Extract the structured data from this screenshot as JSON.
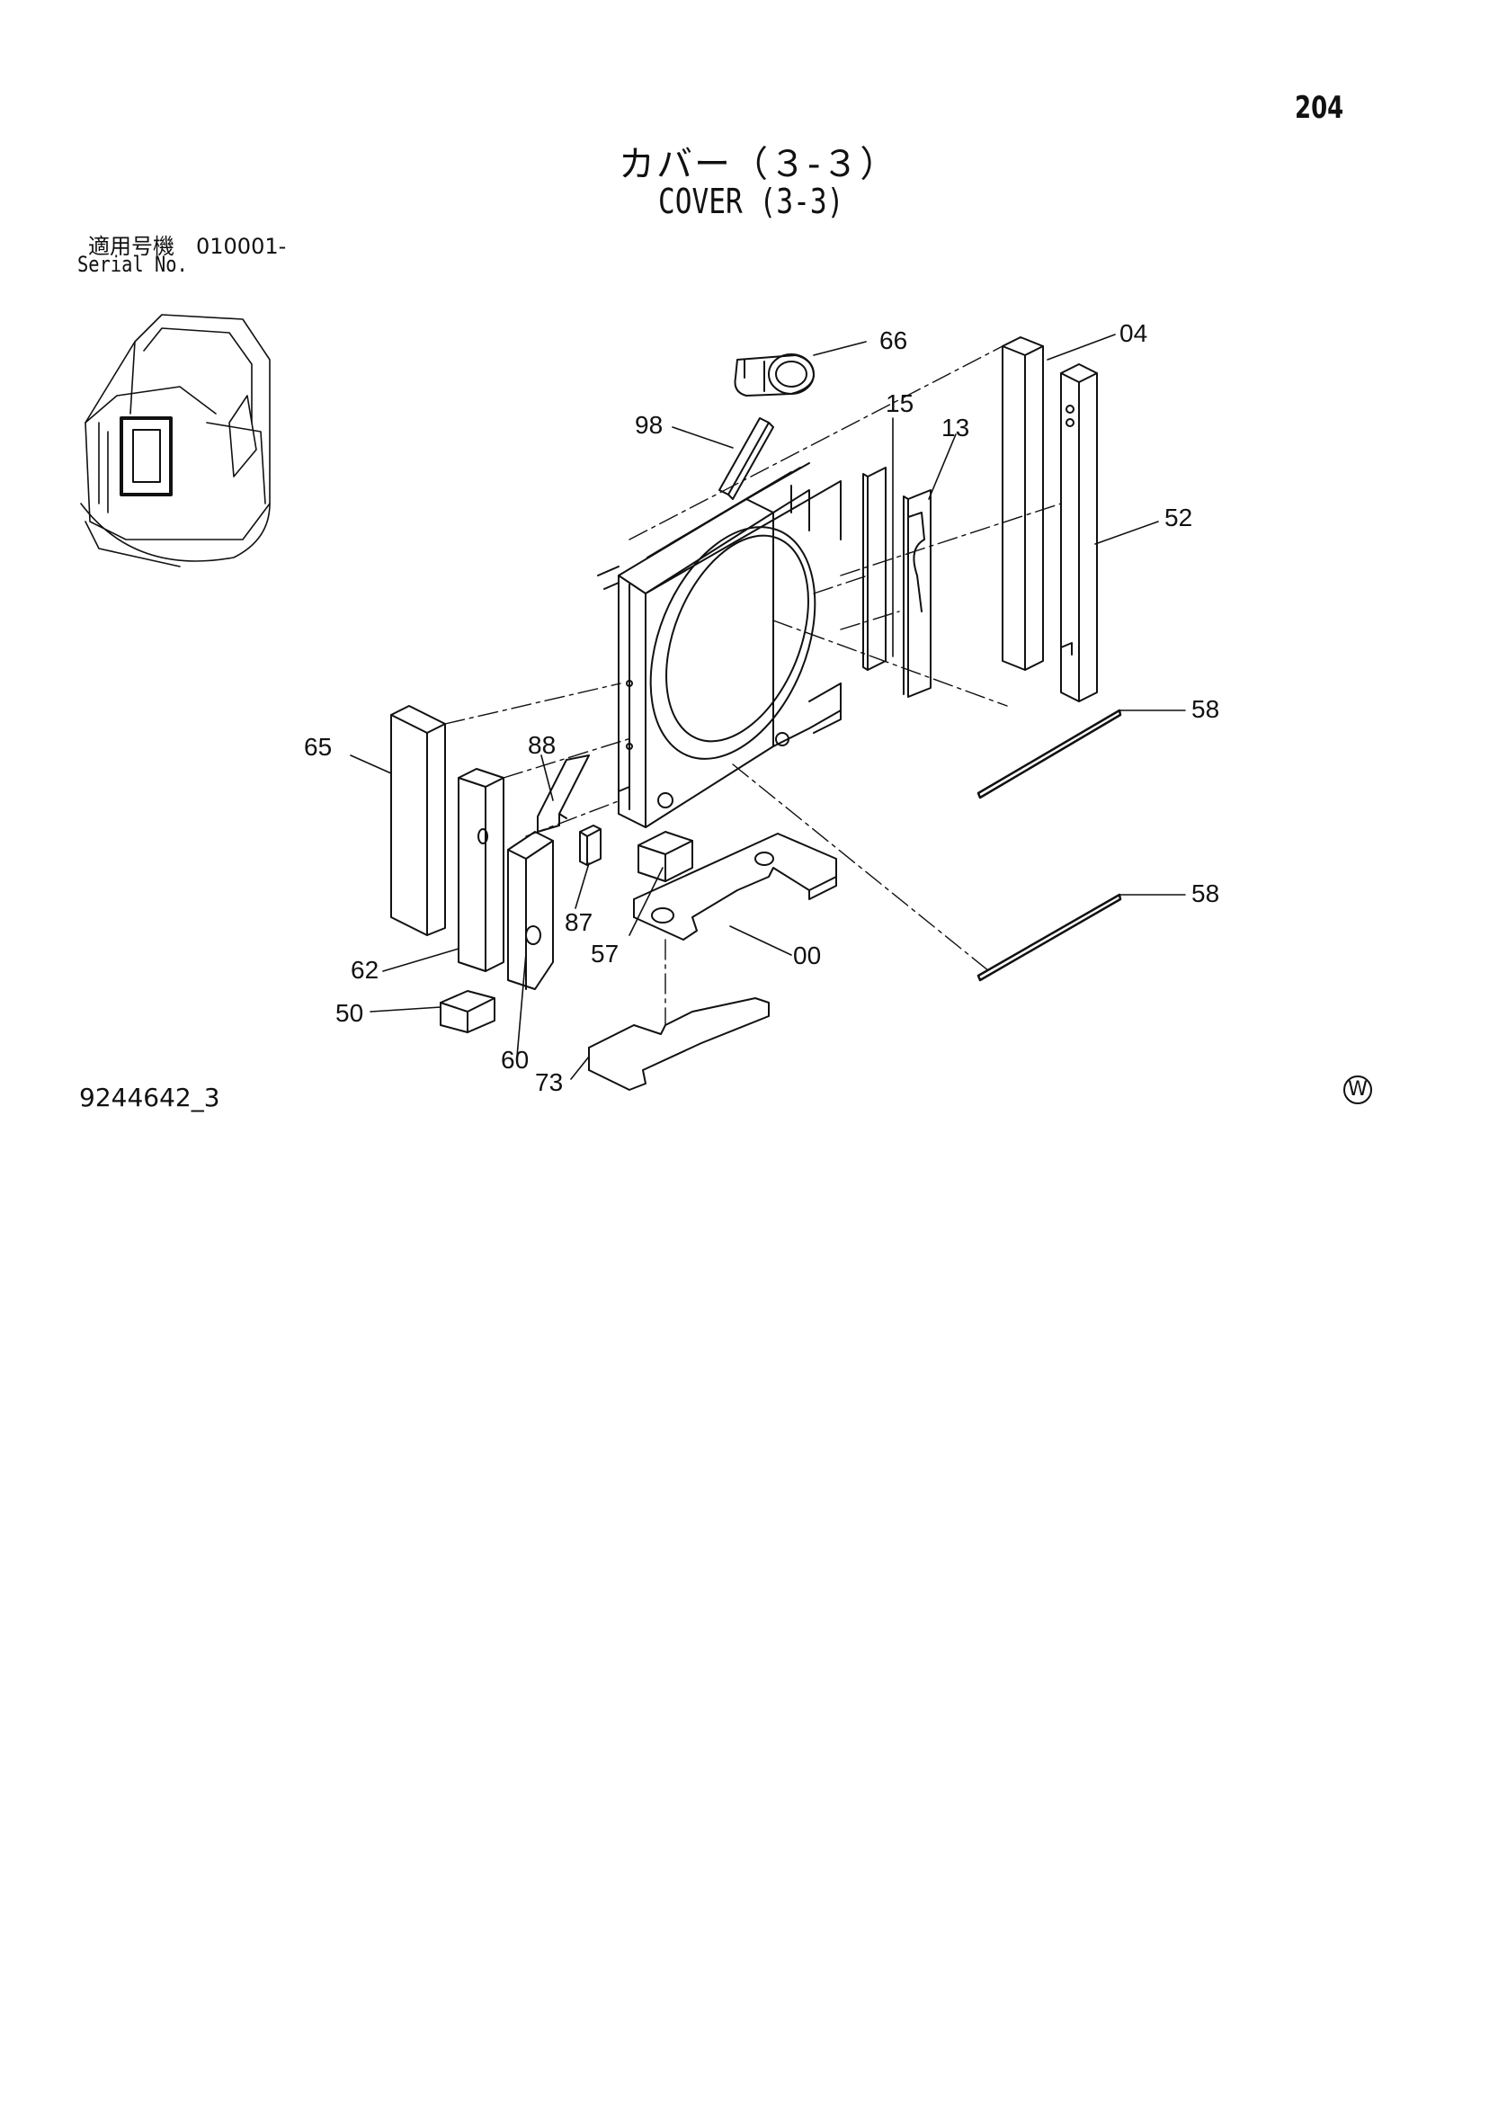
{
  "header": {
    "page_number": "204",
    "title_jp": "カバー（３-３）",
    "title_en": "COVER (3-3)",
    "serial_jp": "適用号機　010001-",
    "serial_en": "Serial No."
  },
  "footer": {
    "document_id": "9244642_3",
    "mark": "W"
  },
  "callouts": [
    {
      "id": "66",
      "label": "66"
    },
    {
      "id": "04",
      "label": "04"
    },
    {
      "id": "98",
      "label": "98"
    },
    {
      "id": "15",
      "label": "15"
    },
    {
      "id": "13",
      "label": "13"
    },
    {
      "id": "52",
      "label": "52"
    },
    {
      "id": "58a",
      "label": "58"
    },
    {
      "id": "65",
      "label": "65"
    },
    {
      "id": "88",
      "label": "88"
    },
    {
      "id": "58b",
      "label": "58"
    },
    {
      "id": "87",
      "label": "87"
    },
    {
      "id": "57",
      "label": "57"
    },
    {
      "id": "00",
      "label": "00"
    },
    {
      "id": "62",
      "label": "62"
    },
    {
      "id": "50",
      "label": "50"
    },
    {
      "id": "60",
      "label": "60"
    },
    {
      "id": "73",
      "label": "73"
    }
  ]
}
